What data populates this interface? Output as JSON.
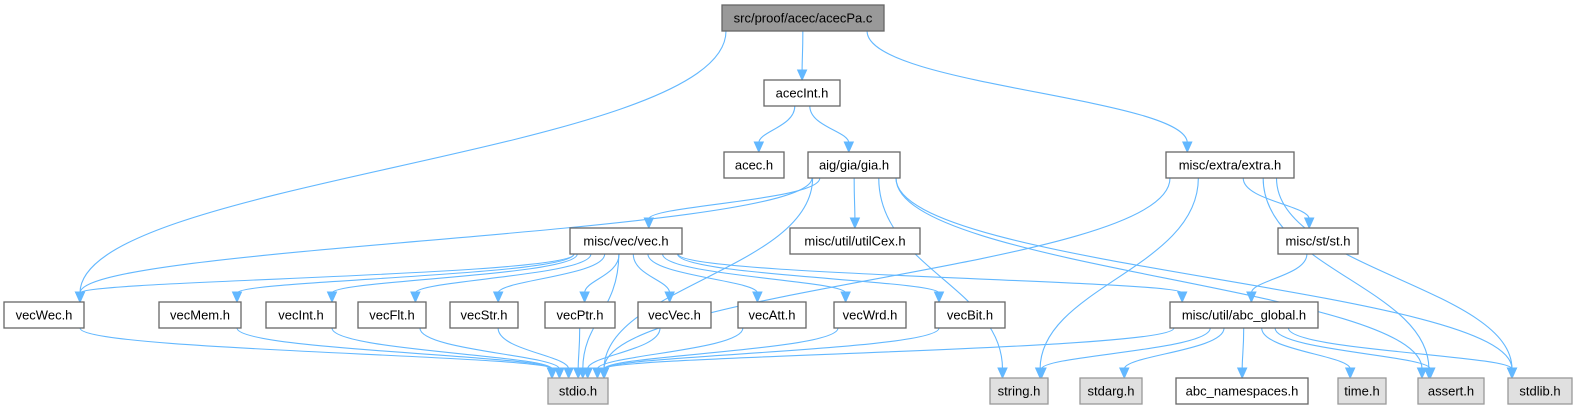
{
  "diagram": {
    "type": "include-dependency-graph",
    "colors": {
      "edge": "#63b8ff",
      "root_fill": "#999999",
      "local_fill": "#ffffff",
      "system_fill": "#e0e0e0",
      "border": "#666666"
    },
    "nodes": [
      {
        "id": "acecPa",
        "label": "src/proof/acec/acecPa.c",
        "kind": "root"
      },
      {
        "id": "acecInt",
        "label": "acecInt.h",
        "kind": "local"
      },
      {
        "id": "acec",
        "label": "acec.h",
        "kind": "local"
      },
      {
        "id": "gia",
        "label": "aig/gia/gia.h",
        "kind": "local"
      },
      {
        "id": "extra",
        "label": "misc/extra/extra.h",
        "kind": "local"
      },
      {
        "id": "vec",
        "label": "misc/vec/vec.h",
        "kind": "local"
      },
      {
        "id": "utilCex",
        "label": "misc/util/utilCex.h",
        "kind": "local"
      },
      {
        "id": "st",
        "label": "misc/st/st.h",
        "kind": "local"
      },
      {
        "id": "vecWec",
        "label": "vecWec.h",
        "kind": "local"
      },
      {
        "id": "vecMem",
        "label": "vecMem.h",
        "kind": "local"
      },
      {
        "id": "vecInt",
        "label": "vecInt.h",
        "kind": "local"
      },
      {
        "id": "vecFlt",
        "label": "vecFlt.h",
        "kind": "local"
      },
      {
        "id": "vecStr",
        "label": "vecStr.h",
        "kind": "local"
      },
      {
        "id": "vecPtr",
        "label": "vecPtr.h",
        "kind": "local"
      },
      {
        "id": "vecVec",
        "label": "vecVec.h",
        "kind": "local"
      },
      {
        "id": "vecAtt",
        "label": "vecAtt.h",
        "kind": "local"
      },
      {
        "id": "vecWrd",
        "label": "vecWrd.h",
        "kind": "local"
      },
      {
        "id": "vecBit",
        "label": "vecBit.h",
        "kind": "local"
      },
      {
        "id": "abc_global",
        "label": "misc/util/abc_global.h",
        "kind": "local"
      },
      {
        "id": "stdio",
        "label": "stdio.h",
        "kind": "system"
      },
      {
        "id": "string",
        "label": "string.h",
        "kind": "system"
      },
      {
        "id": "stdarg",
        "label": "stdarg.h",
        "kind": "system"
      },
      {
        "id": "abc_namespaces",
        "label": "abc_namespaces.h",
        "kind": "local"
      },
      {
        "id": "time",
        "label": "time.h",
        "kind": "system"
      },
      {
        "id": "assert",
        "label": "assert.h",
        "kind": "system"
      },
      {
        "id": "stdlib",
        "label": "stdlib.h",
        "kind": "system"
      }
    ],
    "edges": [
      [
        "acecPa",
        "acecInt"
      ],
      [
        "acecPa",
        "vecWec"
      ],
      [
        "acecPa",
        "extra"
      ],
      [
        "acecInt",
        "acec"
      ],
      [
        "acecInt",
        "gia"
      ],
      [
        "gia",
        "vecWec"
      ],
      [
        "gia",
        "stdio"
      ],
      [
        "gia",
        "vec"
      ],
      [
        "gia",
        "utilCex"
      ],
      [
        "gia",
        "string"
      ],
      [
        "gia",
        "assert"
      ],
      [
        "gia",
        "stdlib"
      ],
      [
        "extra",
        "stdio"
      ],
      [
        "extra",
        "string"
      ],
      [
        "extra",
        "st"
      ],
      [
        "extra",
        "assert"
      ],
      [
        "extra",
        "stdlib"
      ],
      [
        "vec",
        "vecWec"
      ],
      [
        "vec",
        "vecMem"
      ],
      [
        "vec",
        "vecInt"
      ],
      [
        "vec",
        "vecFlt"
      ],
      [
        "vec",
        "vecStr"
      ],
      [
        "vec",
        "vecPtr"
      ],
      [
        "vec",
        "vecVec"
      ],
      [
        "vec",
        "vecAtt"
      ],
      [
        "vec",
        "vecWrd"
      ],
      [
        "vec",
        "vecBit"
      ],
      [
        "vec",
        "abc_global"
      ],
      [
        "vec",
        "stdio"
      ],
      [
        "st",
        "abc_global"
      ],
      [
        "vecWec",
        "stdio"
      ],
      [
        "vecMem",
        "stdio"
      ],
      [
        "vecInt",
        "stdio"
      ],
      [
        "vecFlt",
        "stdio"
      ],
      [
        "vecStr",
        "stdio"
      ],
      [
        "vecPtr",
        "stdio"
      ],
      [
        "vecVec",
        "stdio"
      ],
      [
        "vecAtt",
        "stdio"
      ],
      [
        "vecWrd",
        "stdio"
      ],
      [
        "vecBit",
        "stdio"
      ],
      [
        "abc_global",
        "stdio"
      ],
      [
        "abc_global",
        "string"
      ],
      [
        "abc_global",
        "stdarg"
      ],
      [
        "abc_global",
        "abc_namespaces"
      ],
      [
        "abc_global",
        "time"
      ],
      [
        "abc_global",
        "assert"
      ],
      [
        "abc_global",
        "stdlib"
      ]
    ]
  }
}
